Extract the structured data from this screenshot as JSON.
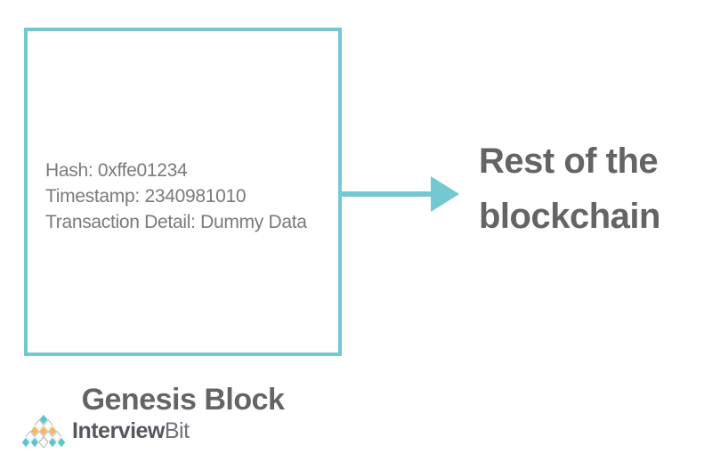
{
  "block": {
    "hash": "Hash: 0xffe01234",
    "timestamp": "Timestamp: 2340981010",
    "transaction": "Transaction Detail: Dummy Data",
    "caption": "Genesis Block"
  },
  "target": {
    "line1": "Rest of the",
    "line2": "blockchain"
  },
  "logo": {
    "part_bold": "Interview",
    "part_light": "Bit"
  },
  "icons": {
    "arrow": "right-arrow",
    "logo_mark": "diamond-pyramid"
  },
  "colors": {
    "accent_teal": "#74c8d2",
    "logo_teal": "#5ec4cc",
    "logo_orange": "#f2b95e",
    "body_text_gray": "#7a7a7a",
    "heading_gray": "#646464",
    "logo_text_dark": "#54585e",
    "logo_text_light": "#6e737a",
    "background": "#ffffff"
  }
}
